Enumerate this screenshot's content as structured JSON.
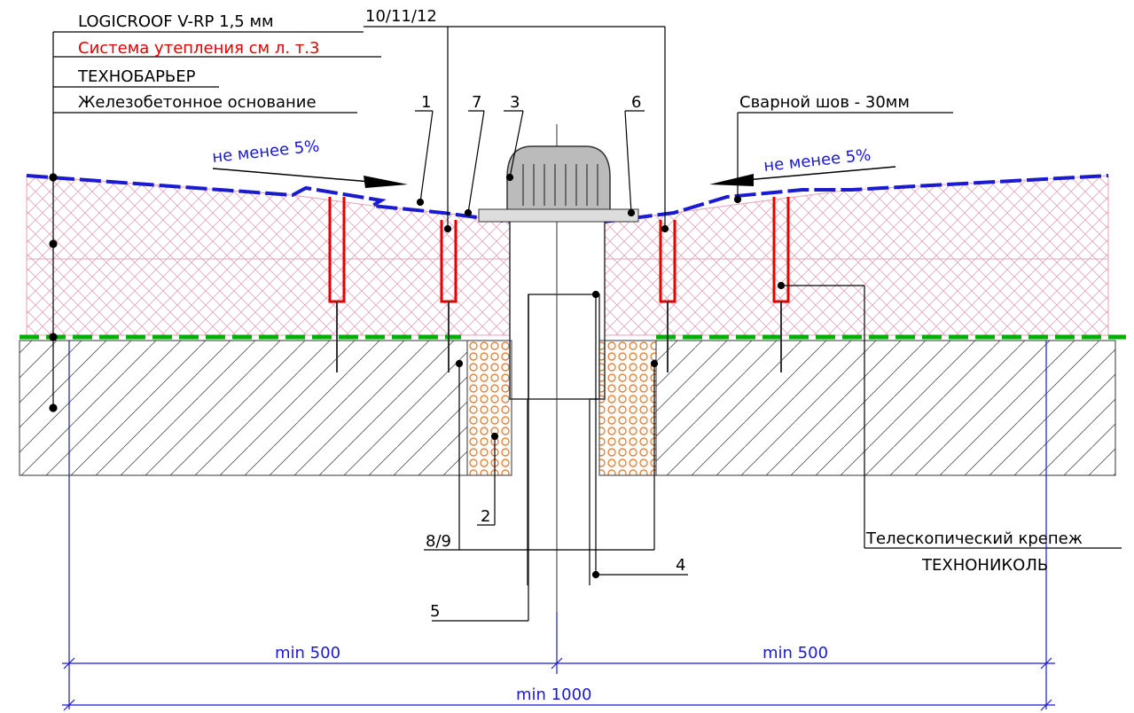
{
  "layers": [
    "LOGICROOF V-RP 1,5 мм",
    "Система утепления см л. т.3",
    "ТЕХНОБАРЬЕР",
    "Железобетонное основание"
  ],
  "callouts": {
    "c1": "1",
    "c7": "7",
    "c3": "3",
    "c6": "6",
    "c2": "2",
    "c4": "4",
    "c5": "5",
    "c8_9": "8/9",
    "c10_11_12": "10/11/12"
  },
  "weld_seam": "Сварной шов - 30мм",
  "slope_left": "не менее 5%",
  "slope_right": "не менее 5%",
  "fastener_line1": "Телескопический крепеж",
  "fastener_line2": "ТЕХНОНИКОЛЬ",
  "dims": {
    "left": "min 500",
    "right": "min 500",
    "total": "min 1000"
  },
  "colors": {
    "membrane": "#1a1ad0",
    "insulation": "#e8a0a0",
    "vapor_barrier": "#00b000",
    "fastener": "#e00000",
    "accent_red": "#e00000",
    "dimension": "#1a1ad0",
    "foam": "#e87020"
  }
}
